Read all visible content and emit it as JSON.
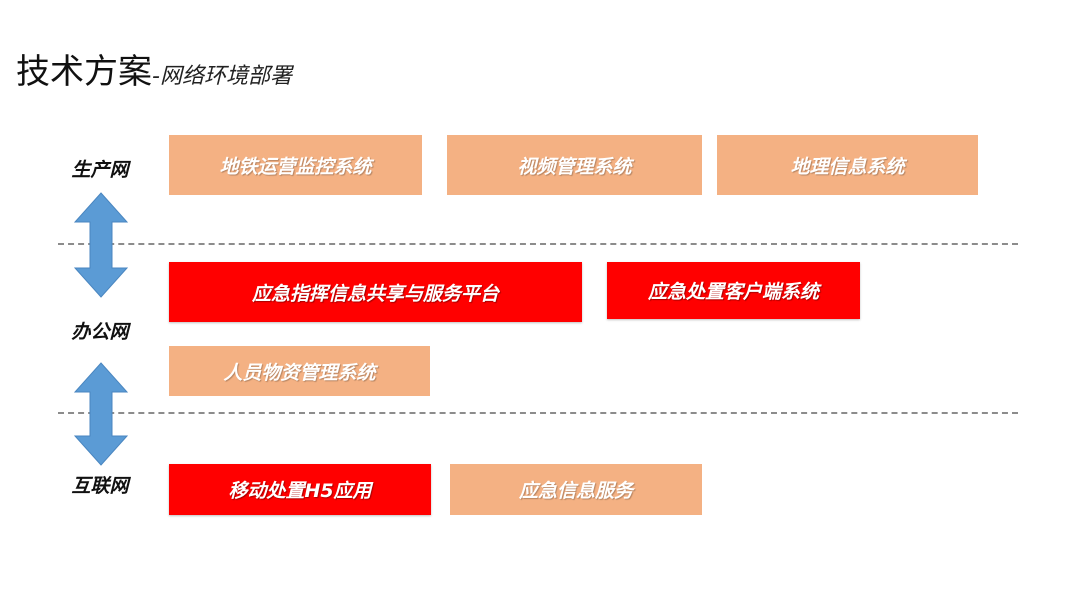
{
  "header": {
    "title_main": "技术方案",
    "title_sub": "-网络环境部署"
  },
  "zones": {
    "production": "生产网",
    "office": "办公网",
    "internet": "互联网"
  },
  "systems": {
    "production": [
      {
        "label": "地铁运营监控系统",
        "style": "peach"
      },
      {
        "label": "视频管理系统",
        "style": "peach"
      },
      {
        "label": "地理信息系统",
        "style": "peach"
      }
    ],
    "office": [
      {
        "label": "应急指挥信息共享与服务平台",
        "style": "red"
      },
      {
        "label": "应急处置客户端系统",
        "style": "red"
      },
      {
        "label": "人员物资管理系统",
        "style": "peach"
      }
    ],
    "internet": [
      {
        "label": "移动处置H5应用",
        "style": "red"
      },
      {
        "label": "应急信息服务",
        "style": "peach"
      }
    ]
  },
  "colors": {
    "red": "#ff0000",
    "peach": "#f4b183",
    "arrow": "#5b9bd5",
    "divider": "#8c8c8c"
  },
  "icons": [
    "double-arrow-icon"
  ]
}
